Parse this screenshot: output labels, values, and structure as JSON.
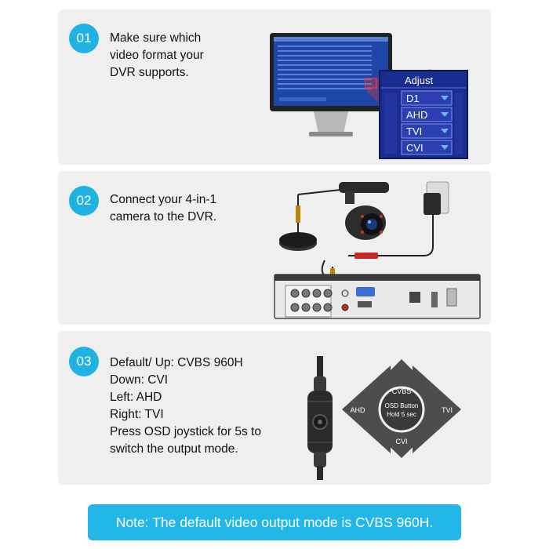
{
  "steps": [
    {
      "number": "01",
      "lines": [
        "Make sure which",
        "video format your",
        "DVR supports."
      ]
    },
    {
      "number": "02",
      "lines": [
        "Connect your 4-in-1",
        "camera to the DVR."
      ]
    },
    {
      "number": "03",
      "lines": [
        "Default/ Up: CVBS 960H",
        "Down: CVI",
        "Left: AHD",
        "Right: TVI",
        "Press OSD joystick for 5s to",
        "switch the output mode."
      ]
    }
  ],
  "adjust_menu": {
    "title": "Adjust",
    "options": [
      "D1",
      "AHD",
      "TVI",
      "CVI"
    ]
  },
  "joystick": {
    "up": "CVBS",
    "left": "AHD",
    "right": "TVI",
    "down": "CVI",
    "center_line1": "OSD Button",
    "center_line2": "Hold 5 sec"
  },
  "note": "Note: The default video output mode is CVBS 960H.",
  "colors": {
    "accent": "#1fb3e3",
    "panel": "#efefef",
    "note_bg": "#22b7e6",
    "menu_blue": "#1a2c8f"
  }
}
